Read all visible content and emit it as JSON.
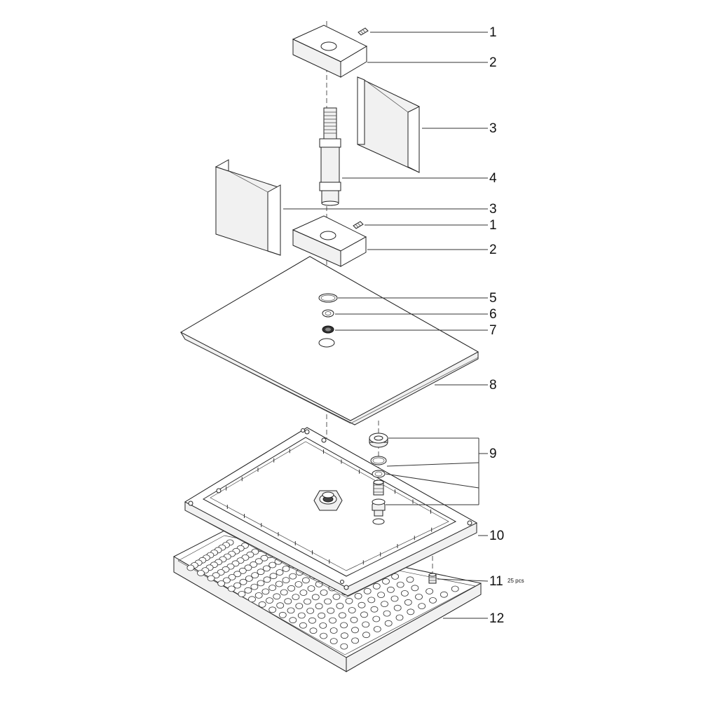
{
  "callouts": [
    {
      "id": "c1a",
      "number": "1"
    },
    {
      "id": "c2a",
      "number": "2"
    },
    {
      "id": "c3a",
      "number": "3"
    },
    {
      "id": "c4",
      "number": "4"
    },
    {
      "id": "c3b",
      "number": "3"
    },
    {
      "id": "c1b",
      "number": "1"
    },
    {
      "id": "c2b",
      "number": "2"
    },
    {
      "id": "c5",
      "number": "5"
    },
    {
      "id": "c6",
      "number": "6"
    },
    {
      "id": "c7",
      "number": "7"
    },
    {
      "id": "c8",
      "number": "8"
    },
    {
      "id": "c9",
      "number": "9"
    },
    {
      "id": "c10",
      "number": "10"
    },
    {
      "id": "c11",
      "number": "11"
    },
    {
      "id": "c12",
      "number": "12"
    }
  ],
  "quantity_note": "25 pcs"
}
